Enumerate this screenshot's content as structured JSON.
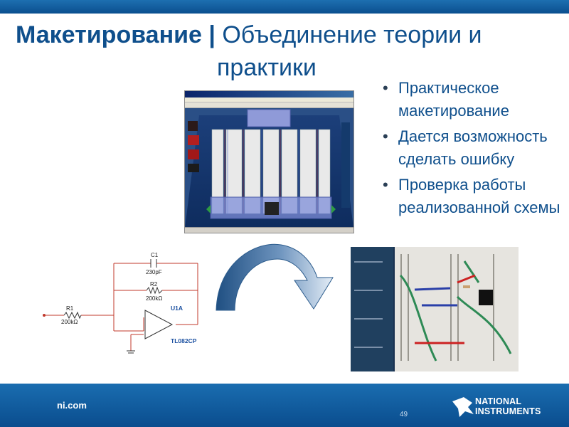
{
  "title": {
    "bold": "Макетирование |",
    "rest_line1": " Объединение теории и",
    "rest_line2": "практики"
  },
  "bullets": [
    "Практическое макетирование",
    "Дается возможность сделать ошибку",
    "Проверка работы реализованной схемы"
  ],
  "schematic": {
    "c1_name": "C1",
    "c1_value": "230pF",
    "r2_name": "R2",
    "r2_value": "200kΩ",
    "r1_name": "R1",
    "r1_value": "200kΩ",
    "opamp_name": "U1A",
    "opamp_part": "TL082CP"
  },
  "footer": {
    "site": "ni.com",
    "page": "49",
    "logo_line1": "NATIONAL",
    "logo_line2": "INSTRUMENTS"
  },
  "colors": {
    "brand_blue": "#0f4f8c",
    "bar_blue": "#0b4f8f",
    "schematic_wire": "#c0392b",
    "schematic_label": "#1a4fa0"
  },
  "icons": {
    "logo": "ni-eagle-logo-icon",
    "arrow": "curved-arrow-icon"
  }
}
